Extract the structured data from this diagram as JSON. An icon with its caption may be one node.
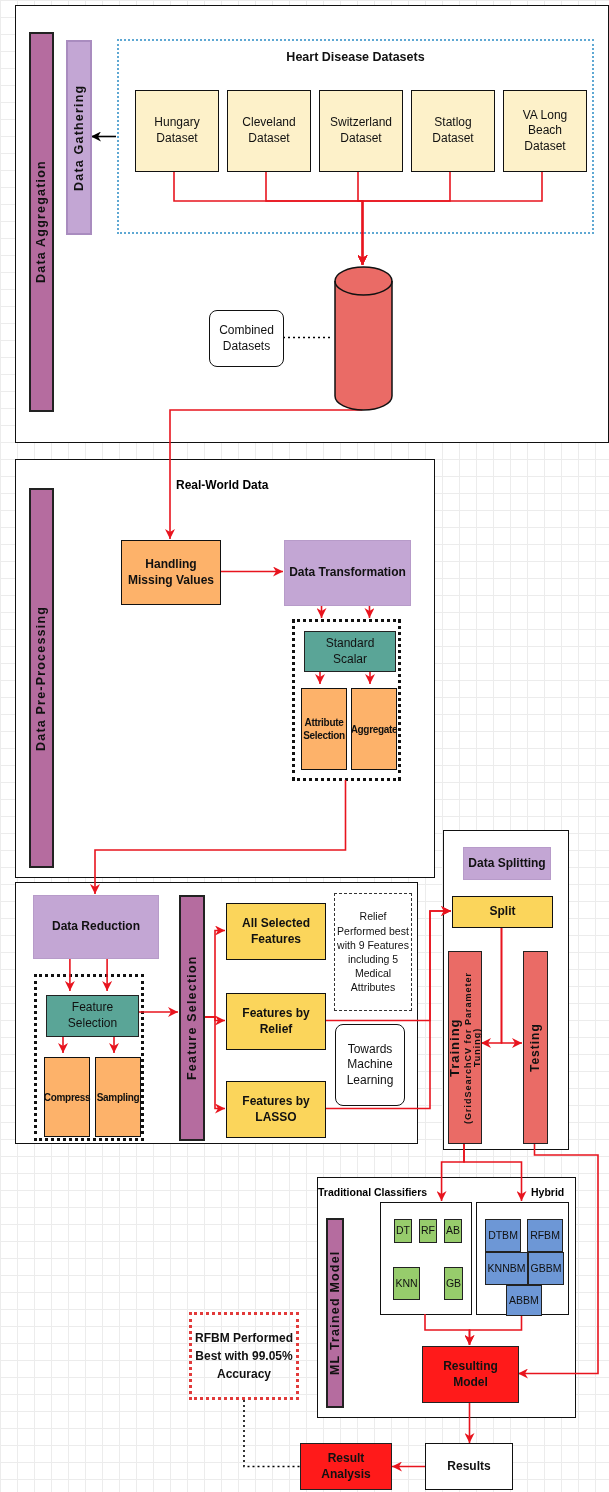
{
  "diagram": {
    "nodes": [
      {
        "text": [],
        "shape": "box"
      },
      {
        "text": [
          "Data Aggregation"
        ],
        "in": 0
      },
      {
        "text": [
          "Data Gathering"
        ],
        "in": 0
      },
      {
        "text": [
          "Heart Disease Datasets"
        ],
        "in": 0
      },
      {
        "text": [
          "Hungary Dataset"
        ],
        "in": 3
      },
      {
        "text": [
          "Cleveland Dataset"
        ],
        "in": 3
      },
      {
        "text": [
          "Switzerland Dataset"
        ],
        "in": 3
      },
      {
        "text": [
          "Statlog Dataset"
        ],
        "in": 3
      },
      {
        "text": [
          "VA Long Beach Dataset"
        ],
        "in": 3
      },
      {
        "text": [
          "Combined Datasets"
        ],
        "in": 0
      },
      {
        "text": [],
        "shape": "cylinder",
        "in": 0
      },
      {
        "text": [],
        "shape": "box"
      },
      {
        "text": [
          "Data Pre-Processing"
        ],
        "in": 11
      },
      {
        "text": [
          "Handling Missing Values"
        ],
        "in": 11
      },
      {
        "text": [
          "Data Transformation"
        ],
        "in": 11
      },
      {
        "text": [],
        "shape": "box",
        "in": 11
      },
      {
        "text": [
          "Standard Scalar"
        ],
        "in": 15
      },
      {
        "text": [
          "Attribute Selection"
        ],
        "in": 15
      },
      {
        "text": [
          "Aggregate"
        ],
        "in": 15
      },
      {
        "text": [],
        "shape": "box"
      },
      {
        "text": [
          "Data Reduction"
        ],
        "in": 19
      },
      {
        "text": [],
        "shape": "box",
        "in": 19
      },
      {
        "text": [
          "Feature Selection"
        ],
        "in": 21
      },
      {
        "text": [
          "Compress"
        ],
        "in": 21
      },
      {
        "text": [
          "Sampling"
        ],
        "in": 21
      },
      {
        "text": [
          "Feature Selection"
        ],
        "in": 19
      },
      {
        "text": [
          "All Selected Features"
        ],
        "in": 19
      },
      {
        "text": [
          "Features by Relief"
        ],
        "in": 19
      },
      {
        "text": [
          "Features by LASSO"
        ],
        "in": 19
      },
      {
        "text": [
          "Relief Performed best with 9 Features including 5 Medical Attributes"
        ],
        "in": 19
      },
      {
        "text": [
          "Towards Machine Learning"
        ],
        "in": 19
      },
      {
        "text": [],
        "shape": "box"
      },
      {
        "text": [
          "Data Splitting"
        ],
        "in": 31
      },
      {
        "text": [
          "Split"
        ],
        "in": 31
      },
      {
        "text": [
          "Training",
          "(GridSearchCV for Parameter Tuning)"
        ],
        "in": 31
      },
      {
        "text": [
          "Testing"
        ],
        "in": 31
      },
      {
        "text": [],
        "shape": "box"
      },
      {
        "text": [
          "ML Trained Model"
        ],
        "in": 36
      },
      {
        "text": [],
        "shape": "box",
        "in": 36
      },
      {
        "text": [
          "DT"
        ],
        "in": 38
      },
      {
        "text": [
          "RF"
        ],
        "in": 38
      },
      {
        "text": [
          "AB"
        ],
        "in": 38
      },
      {
        "text": [
          "KNN"
        ],
        "in": 38
      },
      {
        "text": [
          "GB"
        ],
        "in": 38
      },
      {
        "text": [],
        "shape": "box",
        "in": 36
      },
      {
        "text": [
          "DTBM"
        ],
        "in": 44
      },
      {
        "text": [
          "RFBM"
        ],
        "in": 44
      },
      {
        "text": [
          "KNNBM"
        ],
        "in": 44
      },
      {
        "text": [
          "GBBM"
        ],
        "in": 44
      },
      {
        "text": [
          "ABBM"
        ],
        "in": 44
      },
      {
        "text": [
          "Resulting Model"
        ],
        "in": 36
      },
      {
        "text": [
          "RFBM Performed Best with 99.05% Accuracy"
        ]
      },
      {
        "text": [
          "Result Analysis"
        ]
      },
      {
        "text": [
          "Results"
        ]
      }
    ],
    "edges": [
      {
        "from": 3,
        "to": 2,
        "arrow": "to",
        "color": "#000000"
      },
      {
        "from": 4,
        "to": 10,
        "arrow": "to"
      },
      {
        "from": 5,
        "to": 10,
        "arrow": "to"
      },
      {
        "from": 6,
        "to": 10,
        "arrow": "to"
      },
      {
        "from": 7,
        "to": 10,
        "arrow": "to"
      },
      {
        "from": 8,
        "to": 10,
        "arrow": "to"
      },
      {
        "from": 9,
        "to": 10,
        "arrow": "none",
        "style": "dashed",
        "color": "#000000"
      },
      {
        "from": 10,
        "to": 13,
        "arrow": "to",
        "label": "Real-World Data"
      },
      {
        "from": 13,
        "to": 14,
        "arrow": "to"
      },
      {
        "from": 14,
        "to": 15,
        "arrow": "to"
      },
      {
        "from": 14,
        "to": 15,
        "arrow": "to"
      },
      {
        "from": 16,
        "to": 17,
        "arrow": "to"
      },
      {
        "from": 16,
        "to": 18,
        "arrow": "to"
      },
      {
        "from": 15,
        "to": 20,
        "arrow": "to"
      },
      {
        "from": 20,
        "to": 22,
        "arrow": "to"
      },
      {
        "from": 20,
        "to": 22,
        "arrow": "to"
      },
      {
        "from": 22,
        "to": 23,
        "arrow": "to"
      },
      {
        "from": 22,
        "to": 24,
        "arrow": "to"
      },
      {
        "from": 22,
        "to": 25,
        "arrow": "to"
      },
      {
        "from": 25,
        "to": 26,
        "arrow": "to"
      },
      {
        "from": 25,
        "to": 27,
        "arrow": "to"
      },
      {
        "from": 25,
        "to": 28,
        "arrow": "to"
      },
      {
        "from": 27,
        "to": 33,
        "arrow": "to"
      },
      {
        "from": 28,
        "to": 33,
        "arrow": "to"
      },
      {
        "from": 33,
        "to": 34,
        "arrow": "to"
      },
      {
        "from": 33,
        "to": 35,
        "arrow": "to"
      },
      {
        "from": 34,
        "to": 38,
        "arrow": "to"
      },
      {
        "from": 34,
        "to": 44,
        "arrow": "to"
      },
      {
        "from": 38,
        "to": 50,
        "arrow": "to"
      },
      {
        "from": 44,
        "to": 50,
        "arrow": "to"
      },
      {
        "from": 35,
        "to": 50,
        "arrow": "to"
      },
      {
        "from": 50,
        "to": 53,
        "arrow": "to"
      },
      {
        "from": 53,
        "to": 52,
        "arrow": "to"
      },
      {
        "from": 51,
        "to": 52,
        "arrow": "none",
        "style": "dashed",
        "color": "#000000"
      }
    ],
    "labels": [
      "Traditional Classifiers",
      "Hybrid"
    ]
  }
}
